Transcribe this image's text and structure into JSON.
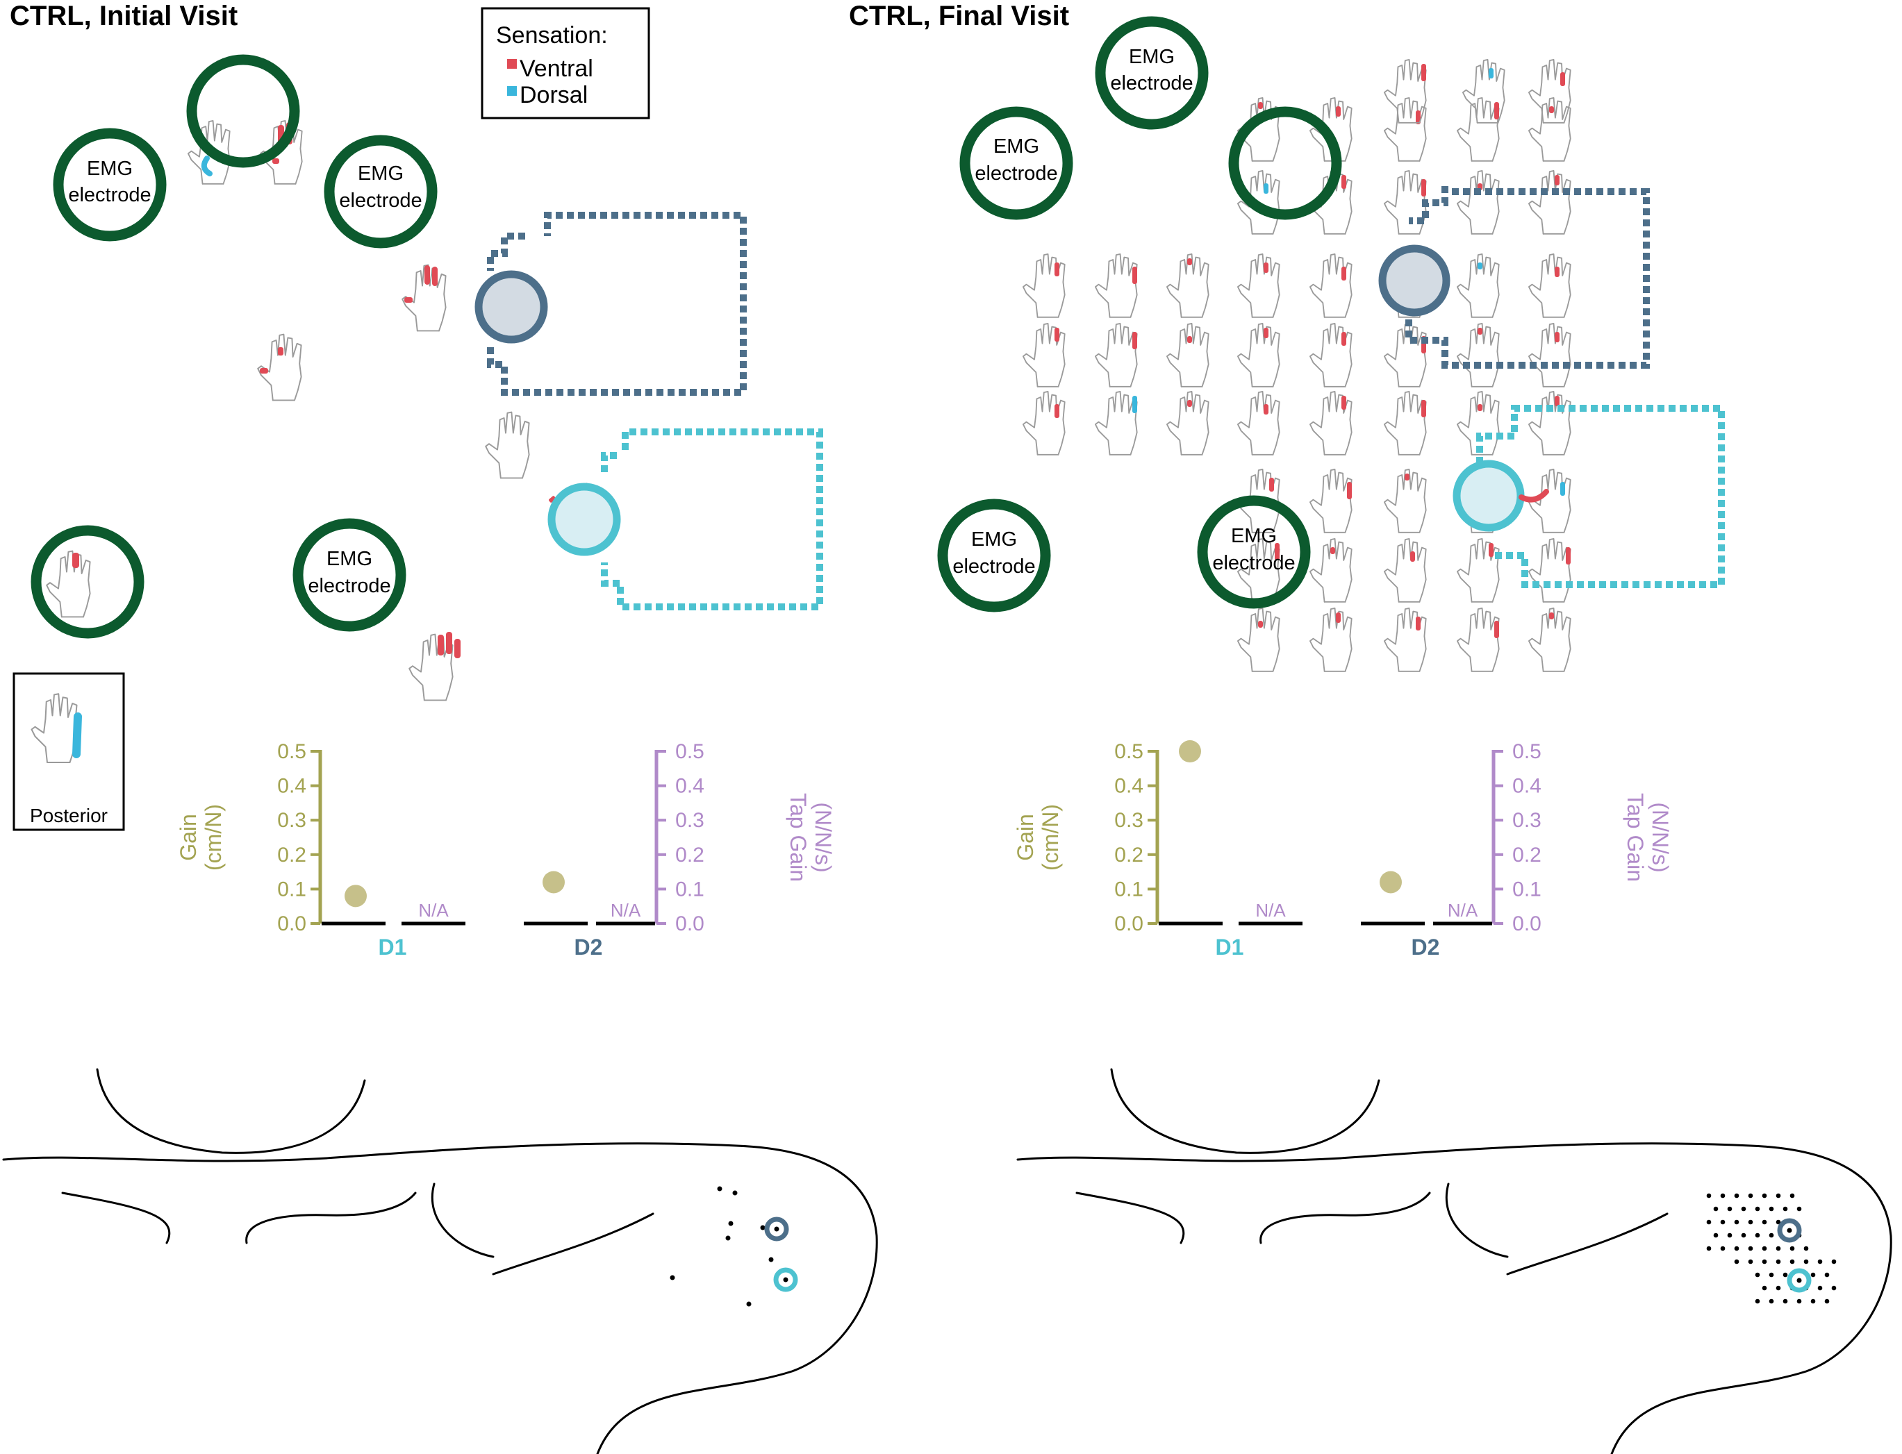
{
  "panels": [
    {
      "title": "CTRL, Initial Visit",
      "emg_label_line1": "EMG",
      "emg_label_line2": "electrode",
      "posterior_label": "Posterior",
      "chart": {
        "left_axis_label_line1": "Gain",
        "left_axis_label_line2": "(cm/N)",
        "right_axis_label_line1": "Tap Gain",
        "right_axis_label_line2": "(N/N/s)",
        "na_label": "N/A"
      }
    },
    {
      "title": "CTRL, Final Visit",
      "emg_label_line1": "EMG",
      "emg_label_line2": "electrode",
      "chart": {
        "left_axis_label_line1": "Gain",
        "left_axis_label_line2": "(cm/N)",
        "right_axis_label_line1": "Tap Gain",
        "right_axis_label_line2": "(N/N/s)",
        "na_label": "N/A"
      }
    }
  ],
  "legend": {
    "title": "Sensation:",
    "items": [
      {
        "label": "Ventral",
        "color": "#e04a55"
      },
      {
        "label": "Dorsal",
        "color": "#3ab6dc"
      }
    ]
  },
  "colors": {
    "emg_ring": "#0c5a2e",
    "d1": "#4dc2d0",
    "d2": "#4d6f8a",
    "gain_axis": "#a3a351",
    "gain_marker": "#c6c08a",
    "tap_axis": "#b08ac9",
    "ventral": "#e04a55",
    "dorsal": "#3ab6dc"
  },
  "chart_data": [
    {
      "type": "scatter",
      "panel": "CTRL, Initial Visit",
      "categories": [
        "D1",
        "D2"
      ],
      "ylim": [
        0,
        0.5
      ],
      "yticks": [
        "0.0",
        "0.1",
        "0.2",
        "0.3",
        "0.4",
        "0.5"
      ],
      "series": [
        {
          "axis": "left",
          "values": [
            0.08,
            0.12
          ]
        },
        {
          "axis": "right",
          "values": [
            "N/A",
            "N/A"
          ]
        }
      ]
    },
    {
      "type": "scatter",
      "panel": "CTRL, Final Visit",
      "categories": [
        "D1",
        "D2"
      ],
      "ylim": [
        0,
        0.5
      ],
      "yticks": [
        "0.0",
        "0.1",
        "0.2",
        "0.3",
        "0.4",
        "0.5"
      ],
      "series": [
        {
          "axis": "left",
          "values": [
            0.5,
            0.12
          ]
        },
        {
          "axis": "right",
          "values": [
            "N/A",
            "N/A"
          ]
        }
      ]
    }
  ]
}
